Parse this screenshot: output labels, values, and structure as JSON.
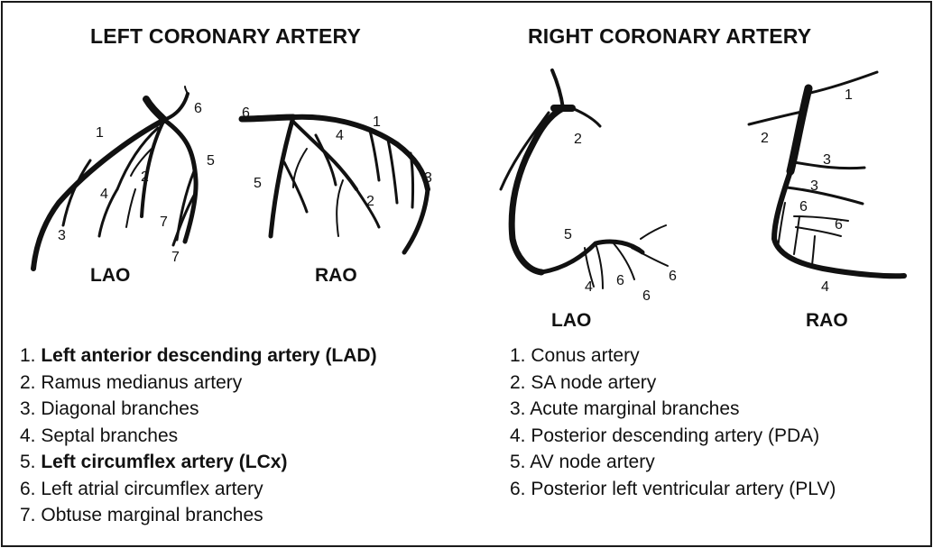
{
  "left": {
    "title": "LEFT CORONARY ARTERY",
    "views": [
      "LAO",
      "RAO"
    ],
    "legend": [
      {
        "num": "1.",
        "text": "Left anterior descending artery (LAD)",
        "bold": true
      },
      {
        "num": "2.",
        "text": "Ramus medianus artery",
        "bold": false
      },
      {
        "num": "3.",
        "text": "Diagonal branches",
        "bold": false
      },
      {
        "num": "4.",
        "text": "Septal branches",
        "bold": false
      },
      {
        "num": "5.",
        "text": "Left circumflex artery (LCx)",
        "bold": true
      },
      {
        "num": "6.",
        "text": "Left atrial circumflex artery",
        "bold": false
      },
      {
        "num": "7.",
        "text": "Obtuse marginal branches",
        "bold": false
      }
    ],
    "lao_labels": [
      "1",
      "6",
      "5",
      "2",
      "4",
      "3",
      "7",
      "7"
    ],
    "rao_labels": [
      "6",
      "1",
      "4",
      "5",
      "2",
      "3"
    ]
  },
  "right": {
    "title": "RIGHT CORONARY ARTERY",
    "views": [
      "LAO",
      "RAO"
    ],
    "legend": [
      {
        "num": "1.",
        "text": "Conus artery",
        "bold": false
      },
      {
        "num": "2.",
        "text": "SA node artery",
        "bold": false
      },
      {
        "num": "3.",
        "text": "Acute marginal branches",
        "bold": false
      },
      {
        "num": "4.",
        "text": "Posterior descending artery (PDA)",
        "bold": false
      },
      {
        "num": "5.",
        "text": "AV node artery",
        "bold": false
      },
      {
        "num": "6.",
        "text": "Posterior left ventricular artery (PLV)",
        "bold": false
      }
    ],
    "lao_labels": [
      "2",
      "5",
      "4",
      "6",
      "6",
      "6"
    ],
    "rao_labels": [
      "1",
      "2",
      "3",
      "3",
      "6",
      "6",
      "4"
    ]
  }
}
